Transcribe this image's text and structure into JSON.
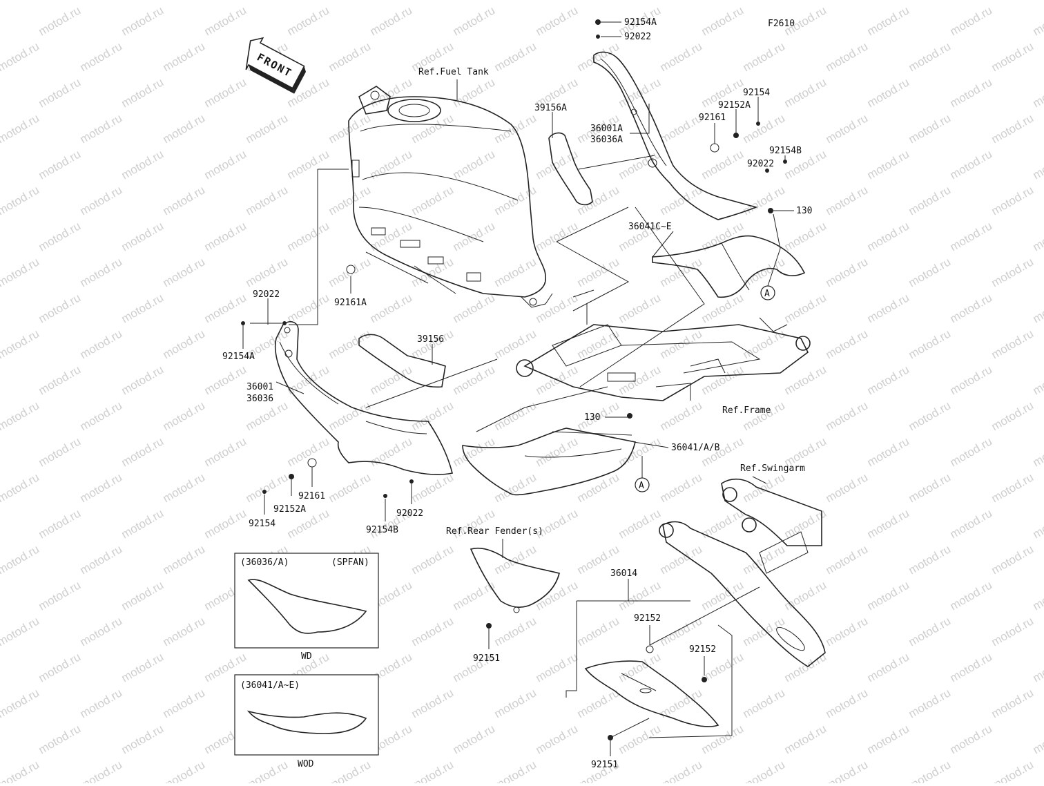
{
  "diagram": {
    "figure_code": "F2610",
    "watermark": "motod.ru",
    "front_arrow_label": "FRONT",
    "callout_marker": "A",
    "references": {
      "fuel_tank": "Ref.Fuel Tank",
      "frame": "Ref.Frame",
      "swingarm": "Ref.Swingarm",
      "rear_fender": "Ref.Rear Fender(s)"
    },
    "part_labels": [
      {
        "id": "p1",
        "text": "92154A"
      },
      {
        "id": "p2",
        "text": "92022"
      },
      {
        "id": "p3",
        "text": "39156A"
      },
      {
        "id": "p4",
        "text": "36001A"
      },
      {
        "id": "p5",
        "text": "36036A"
      },
      {
        "id": "p6",
        "text": "92154"
      },
      {
        "id": "p7",
        "text": "92152A"
      },
      {
        "id": "p8",
        "text": "92161"
      },
      {
        "id": "p9",
        "text": "92154B"
      },
      {
        "id": "p10",
        "text": "92022"
      },
      {
        "id": "p11",
        "text": "130"
      },
      {
        "id": "p12",
        "text": "36041C~E"
      },
      {
        "id": "p13",
        "text": "92022"
      },
      {
        "id": "p14",
        "text": "92161A"
      },
      {
        "id": "p15",
        "text": "92154A"
      },
      {
        "id": "p16",
        "text": "39156"
      },
      {
        "id": "p17",
        "text": "36001"
      },
      {
        "id": "p18",
        "text": "36036"
      },
      {
        "id": "p19",
        "text": "130"
      },
      {
        "id": "p20",
        "text": "36041/A/B"
      },
      {
        "id": "p21",
        "text": "92161"
      },
      {
        "id": "p22",
        "text": "92152A"
      },
      {
        "id": "p23",
        "text": "92154"
      },
      {
        "id": "p24",
        "text": "92154B"
      },
      {
        "id": "p25",
        "text": "92022"
      },
      {
        "id": "p26",
        "text": "36014"
      },
      {
        "id": "p27",
        "text": "92152"
      },
      {
        "id": "p28",
        "text": "92152"
      },
      {
        "id": "p29",
        "text": "92151"
      },
      {
        "id": "p30",
        "text": "92151"
      }
    ],
    "inset_boxes": [
      {
        "id": "inset1",
        "part": "(36036/A)",
        "option": "(SPFAN)",
        "caption": "WD"
      },
      {
        "id": "inset2",
        "part": "(36041/A~E)",
        "option": "",
        "caption": "WOD"
      }
    ]
  }
}
